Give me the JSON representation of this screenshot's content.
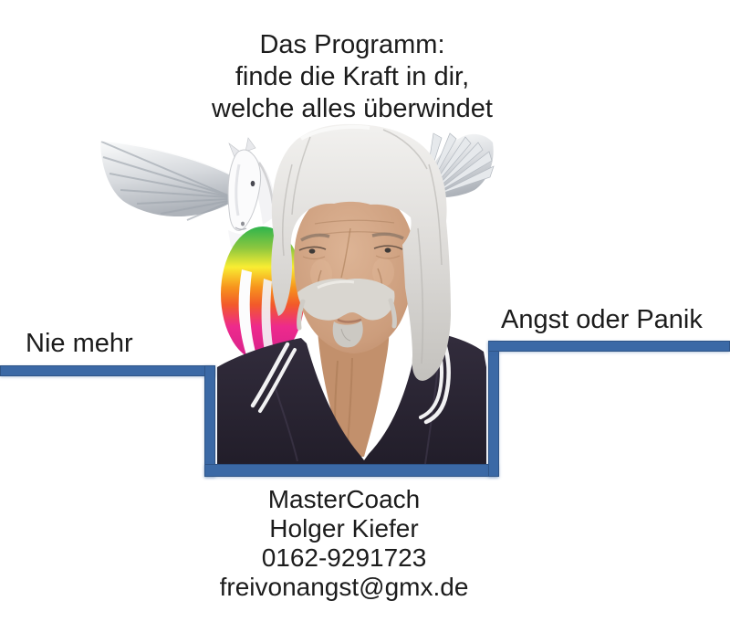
{
  "title": {
    "lines": [
      "Das Programm:",
      "finde die Kraft in dir,",
      "welche alles überwindet"
    ]
  },
  "labels": {
    "left": "Nie mehr",
    "right": "Angst oder Panik"
  },
  "contact": {
    "role": "MasterCoach",
    "name": "Holger Kiefer",
    "phone": "0162-9291723",
    "email": "freivonangst@gmx.de"
  },
  "illustration": {
    "pegasus": "white-pegasus-with-rainbow-body",
    "portrait": "mastercoach-holger-kiefer-portrait"
  },
  "colors": {
    "frame_blue": "#3b69a6",
    "text": "#1a1a1a",
    "background": "#ffffff"
  }
}
